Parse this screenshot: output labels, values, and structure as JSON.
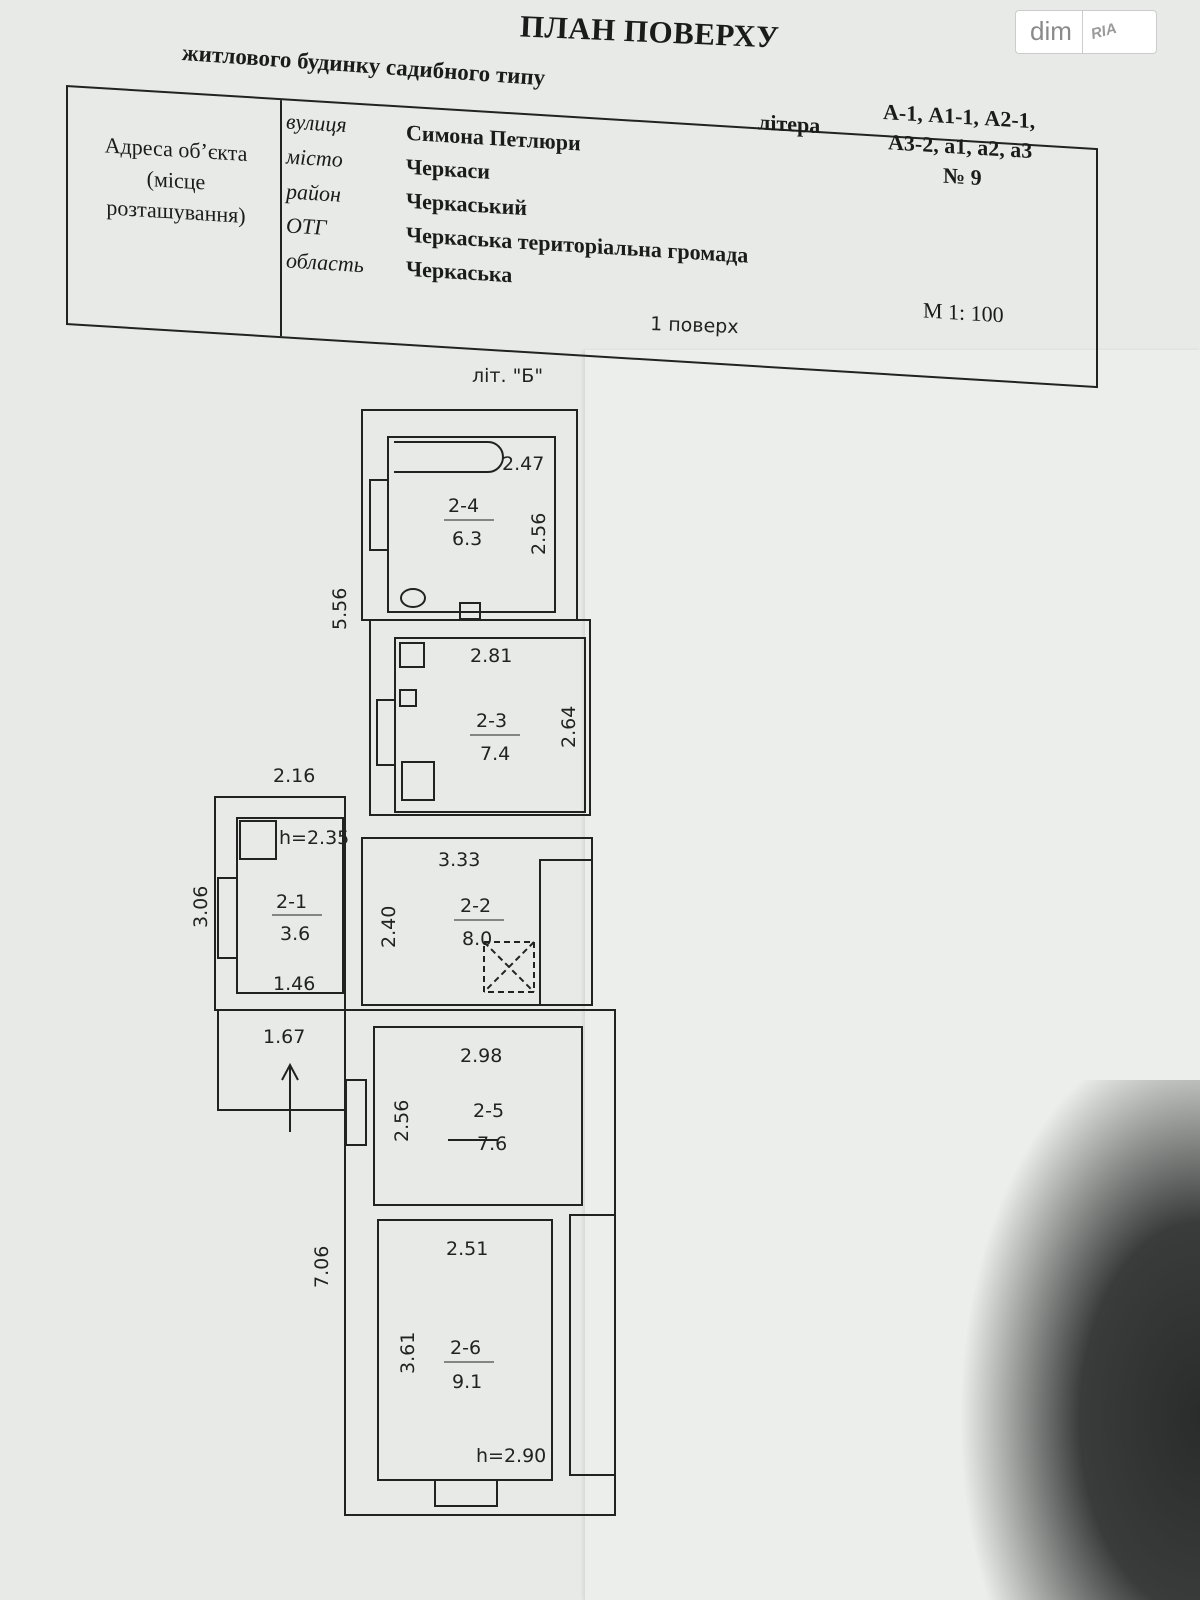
{
  "watermark": {
    "brand": "dim",
    "brand2": "RIA"
  },
  "header": {
    "title": "ПЛАН ПОВЕРХУ",
    "subtitle": "житлового будинку садибного типу",
    "litera_label": "літера",
    "litera_value_1": "А-1, А1-1, А2-1,",
    "litera_value_2": "А3-2, а1, а2, а3"
  },
  "address": {
    "label_1": "Адреса об’єкта",
    "label_2": "(місце",
    "label_3": "розташування)",
    "rows": [
      {
        "key": "вулиця",
        "value": "Симона Петлюри"
      },
      {
        "key": "місто",
        "value": "Черкаси"
      },
      {
        "key": "район",
        "value": "Черкаський"
      },
      {
        "key": "ОТГ",
        "value": "Черкаська територіальна громада"
      },
      {
        "key": "область",
        "value": "Черкаська"
      }
    ],
    "number": "№ 9",
    "scale": "М 1: 100"
  },
  "plan": {
    "floor": "1 поверх",
    "litera_b": "літ. \"Б\"",
    "rooms": [
      {
        "id": "2-4",
        "area": "6.3"
      },
      {
        "id": "2-3",
        "area": "7.4"
      },
      {
        "id": "2-1",
        "area": "3.6"
      },
      {
        "id": "2-2",
        "area": "8.0"
      },
      {
        "id": "2-5",
        "area": "7.6"
      },
      {
        "id": "2-6",
        "area": "9.1"
      }
    ],
    "dimensions": [
      "2.47",
      "2.56",
      "5.56",
      "2.81",
      "2.64",
      "2.16",
      "h=2.35",
      "3.33",
      "3.06",
      "2.40",
      "1.46",
      "1.67",
      "2.98",
      "2.56",
      "7.06",
      "2.51",
      "3.61",
      "h=2.90"
    ]
  }
}
